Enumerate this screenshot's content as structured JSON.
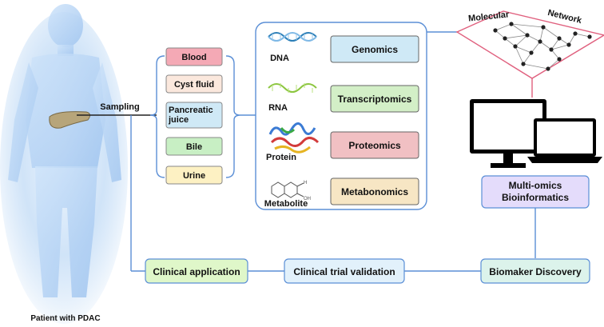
{
  "patient": {
    "caption": "Patient with PDAC",
    "sampling_label": "Sampling"
  },
  "samples": [
    {
      "label": "Blood",
      "color": "#f4a9b5"
    },
    {
      "label": "Cyst fluid",
      "color": "#fbe8dd"
    },
    {
      "label": "Pancreatic\njuice",
      "color": "#cfe9f6"
    },
    {
      "label": "Bile",
      "color": "#c8efc4"
    },
    {
      "label": "Urine",
      "color": "#fdf1c3"
    }
  ],
  "molecules": [
    {
      "label": "DNA",
      "icon": "dna-helix-icon"
    },
    {
      "label": "RNA",
      "icon": "rna-strand-icon"
    },
    {
      "label": "Protein",
      "icon": "protein-structure-icon"
    },
    {
      "label": "Metabolite",
      "icon": "metabolite-structure-icon"
    }
  ],
  "omics": [
    {
      "label": "Genomics",
      "color": "#cfe9f6"
    },
    {
      "label": "Transcriptomics",
      "color": "#d3efc7"
    },
    {
      "label": "Proteomics",
      "color": "#f1c0c3"
    },
    {
      "label": "Metabonomics",
      "color": "#f7e6c4"
    }
  ],
  "network": {
    "title_left": "Molecular",
    "title_right": "Network"
  },
  "bioinformatics": {
    "label": "Multi-omics\nBioinformatics",
    "color": "#e4dcfb"
  },
  "pipeline": {
    "biomarker": {
      "label": "Biomaker Discovery",
      "color": "#dcf3eb"
    },
    "validation": {
      "label": "Clinical trial validation",
      "color": "#e2f1fb"
    },
    "application": {
      "label": "Clinical application",
      "color": "#dff7c9"
    }
  },
  "colors": {
    "connector": "#5b8fd6",
    "network_edge": "#e0607e",
    "node": "#222222"
  }
}
